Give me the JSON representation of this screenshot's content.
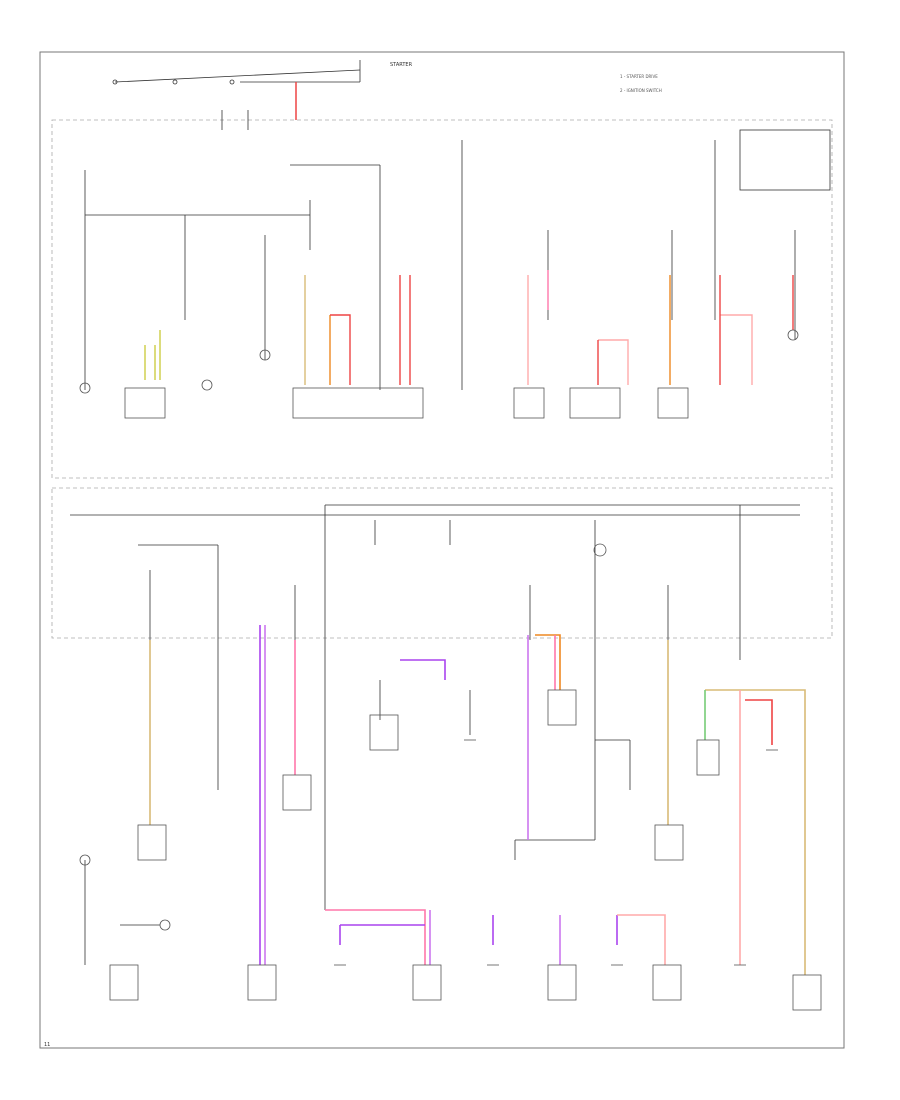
{
  "header": {
    "starter_label": "STARTER",
    "legend": [
      "1 - STARTER DRIVE",
      "2 - IGNITION SWITCH"
    ]
  },
  "footer": {
    "page_ref": "11"
  },
  "wire_colors": {
    "red": "#ee4444",
    "pink": "#ff77aa",
    "orange": "#ee8822",
    "salmon": "#ffaaaa",
    "violet": "#aa44ee",
    "purple": "#cc77ee",
    "tan": "#d8bb77",
    "yellow": "#cccc44",
    "green": "#77cc77",
    "black": "#333333",
    "gray": "#999999"
  }
}
